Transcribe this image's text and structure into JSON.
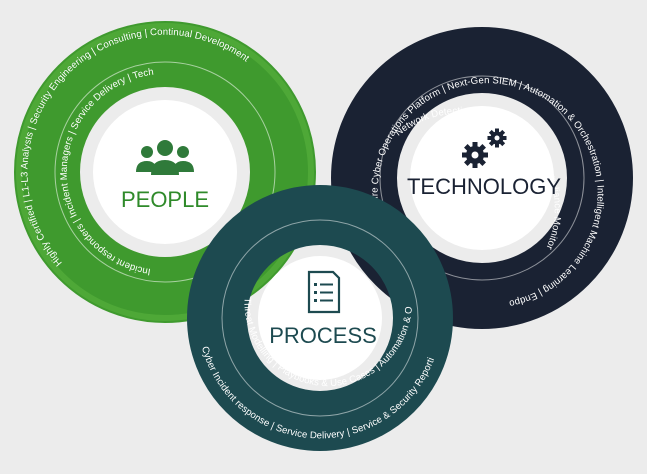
{
  "colors": {
    "background": "#ececec",
    "people": "#3f9a2e",
    "people_label": "#2f8a2a",
    "people_icon": "#2f7a3a",
    "technology": "#1a2233",
    "technology_label": "#1a2233",
    "process": "#1d4a50",
    "process_label": "#1d4a50",
    "center": "#ffffff",
    "ring_text": "#ffffff"
  },
  "people": {
    "label": "PEOPLE",
    "icon": "people-group-icon",
    "rings": [
      "Highly Certified  |  L1-L3 Analysts  |  Security Engineering  |  Consulting  |  Continual Development",
      "Incident responders  |  Incident Managers  |  Service Delivery  |  Technical Account Managers"
    ]
  },
  "technology": {
    "label": "TECHNOLOGY",
    "icon": "gears-icon",
    "rings": [
      "Aperture Cyber Operations Platform  |  Next-Gen SIEM  |  Automation & Orchestration  |  Intelligent Machine Learning  |  Endpoint Detection & Response",
      "Network Detection & response  |  Cloud Compliance Monitoring  |  Active Deception Defence"
    ]
  },
  "process": {
    "label": "PROCESS",
    "icon": "document-list-icon",
    "rings": [
      "Cyber Incident response  |  Service Delivery  |  Service & Security Reporting",
      "Threat Modelling  |  Playbooks & Use Cases  |  Automation & Orchestration"
    ]
  }
}
